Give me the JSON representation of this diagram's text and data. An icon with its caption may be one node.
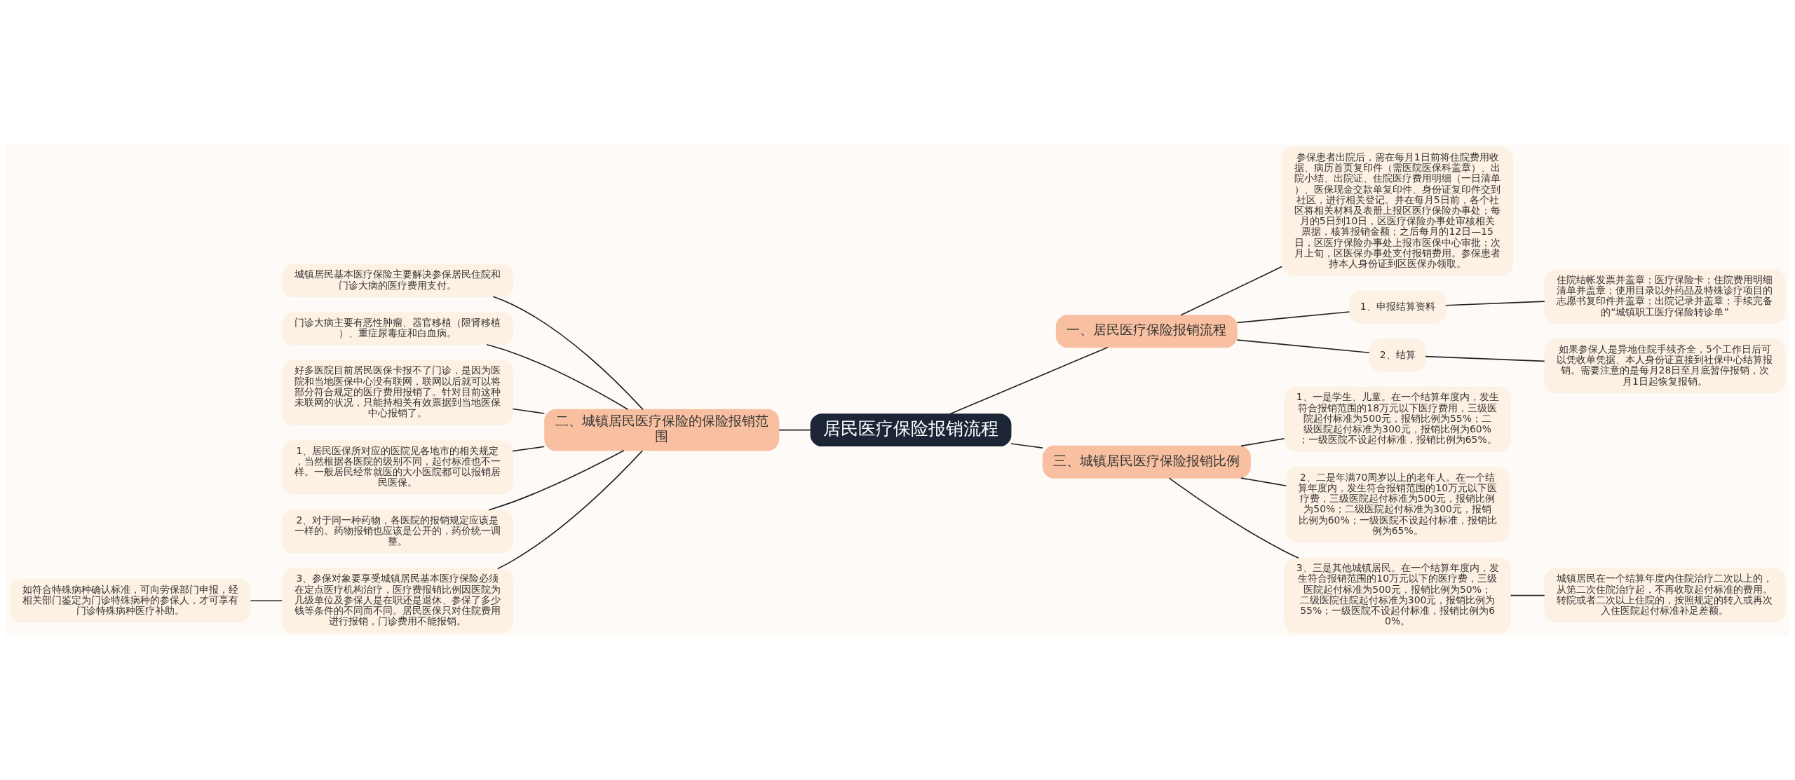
{
  "diagram": {
    "nodes": [
      {
        "text": [
          "居民医疗保险报销流程"
        ]
      },
      {
        "text": [
          "一、居民医疗保险报销流程"
        ]
      },
      {
        "text": [
          "参保患者出院后，需在每月1日前将住院费用收据、病历首页复印件（需医院医保科盖章）、出院小结、出院证、住院医疗费用明细（一日清单）、医保现金交款单复印件、身份证复印件交到社区，进行相关登记。并在每月5日前，各个社区将相关材料及表册上报区医疗保险办事处；每月的5日到10日，区医疗保险办事处审核相关票据，核算报销金额；之后每月的12日—15日，区医疗保险办事处上报市医保中心审批；次月上旬，区医保办事处支付报销费用。参保患者持本人身份证到区医保办领取。"
        ]
      },
      {
        "text": [
          "1、申报结算资料"
        ]
      },
      {
        "text": [
          "住院结帐发票并盖章；医疗保险卡；住院费用明细清单并盖章；使用目录以外药品及特殊诊疗项目的志愿书复印件并盖章；出院记录并盖章；手续完备的“城镇职工医疗保险转诊单”"
        ]
      },
      {
        "text": [
          "2、结算"
        ]
      },
      {
        "text": [
          "如果参保人是异地住院手续齐全，5个工作日后可以凭收单凭据、本人身份证直接到社保中心结算报销。需要注意的是每月28日至月底暂停报销，次月1日起恢复报销。"
        ]
      },
      {
        "text": [
          "三、城镇居民医疗保险报销比例"
        ]
      },
      {
        "text": [
          "1、一是学生、儿童。在一个结算年度内，发生符合报销范围的18万元以下医疗费用，三级医院起付标准为500元，报销比例为55%；二级医院起付标准为300元，报销比例为60%；一级医院不设起付标准，报销比例为65%。"
        ]
      },
      {
        "text": [
          "2、二是年满70周岁以上的老年人。在一个结算年度内，发生符合报销范围的10万元以下医疗费，三级医院起付标准为500元，报销比例为50%；二级医院起付标准为300元，报销比例为60%；一级医院不设起付标准，报销比例为65%。"
        ]
      },
      {
        "text": [
          "3、三是其他城镇居民。在一个结算年度内，发生符合报销范围的10万元以下的医疗费，三级医院起付标准为500元，报销比例为50%；二级医院住院起付标准为300元，报销比例为55%；一级医院不设起付标准，报销比例为60%。"
        ]
      },
      {
        "text": [
          "城镇居民在一个结算年度内住院治疗二次以上的，从第二次住院治疗起，不再收取起付标准的费用。转院或者二次以上住院的，按照规定的转入或再次入住医院起付标准补足差额。"
        ]
      },
      {
        "text": [
          "二、城镇居民医疗保险的保险报销范围"
        ]
      },
      {
        "text": [
          "城镇居民基本医疗保险主要解决参保居民住院和门诊大病的医疗费用支付。"
        ]
      },
      {
        "text": [
          "门诊大病主要有恶性肿瘤、器官移植（限肾移植）、重症尿毒症和白血病。"
        ]
      },
      {
        "text": [
          "好多医院目前居民医保卡报不了门诊，是因为医院和当地医保中心没有联网，联网以后就可以将部分符合规定的医疗费用报销了。针对目前这种未联网的状况，只能持相关有效票据到当地医保中心报销了。"
        ]
      },
      {
        "text": [
          "1、居民医保所对应的医院见各地市的相关规定，当然根据各医院的级别不同，起付标准也不一样。一般居民经常就医的大小医院都可以报销居民医保。"
        ]
      },
      {
        "text": [
          "2、对于同一种药物，各医院的报销规定应该是一样的。药物报销也应该是公开的，药价统一调整。"
        ]
      },
      {
        "text": [
          "3、参保对象要享受城镇居民基本医疗保险必须在定点医疗机构治疗，医疗费报销比例因医院为几级单位及参保人是在职还是退休、参保了多少钱等条件的不同而不同。居民医保只对住院费用进行报销，门诊费用不能报销。"
        ]
      },
      {
        "text": [
          "如符合特殊病种确认标准，可向劳保部门申报，经相关部门鉴定为门诊特殊病种的参保人，才可享有门诊特殊病种医疗补助。"
        ]
      }
    ],
    "edges": [
      {
        "from": 0,
        "to": 1,
        "arrow": "none"
      },
      {
        "from": 1,
        "to": 2,
        "arrow": "none"
      },
      {
        "from": 1,
        "to": 3,
        "arrow": "none"
      },
      {
        "from": 3,
        "to": 4,
        "arrow": "none"
      },
      {
        "from": 1,
        "to": 5,
        "arrow": "none"
      },
      {
        "from": 5,
        "to": 6,
        "arrow": "none"
      },
      {
        "from": 0,
        "to": 7,
        "arrow": "none"
      },
      {
        "from": 7,
        "to": 8,
        "arrow": "none"
      },
      {
        "from": 7,
        "to": 9,
        "arrow": "none"
      },
      {
        "from": 7,
        "to": 10,
        "arrow": "none"
      },
      {
        "from": 10,
        "to": 11,
        "arrow": "none"
      },
      {
        "from": 0,
        "to": 12,
        "arrow": "none"
      },
      {
        "from": 12,
        "to": 13,
        "arrow": "none"
      },
      {
        "from": 12,
        "to": 14,
        "arrow": "none"
      },
      {
        "from": 12,
        "to": 15,
        "arrow": "none"
      },
      {
        "from": 12,
        "to": 16,
        "arrow": "none"
      },
      {
        "from": 12,
        "to": 17,
        "arrow": "none"
      },
      {
        "from": 12,
        "to": 18,
        "arrow": "none"
      },
      {
        "from": 18,
        "to": 19,
        "arrow": "none"
      }
    ]
  }
}
